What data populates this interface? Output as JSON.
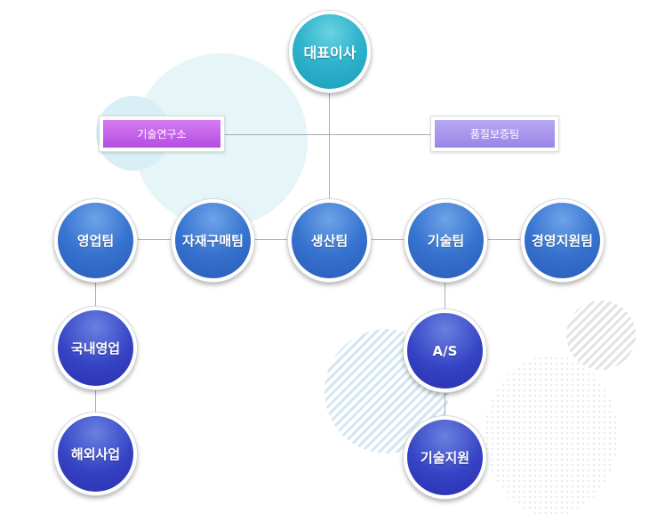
{
  "org": {
    "ceo": "대표이사",
    "staff": {
      "lab": "기술연구소",
      "qa": "품질보증팀"
    },
    "teams": {
      "sales": "영업팀",
      "purchasing": "자재구매팀",
      "production": "생산팀",
      "engineering": "기술팀",
      "management": "경영지원팀"
    },
    "sub_units": {
      "domestic_sales": "국내영업",
      "overseas_sales": "해외사업",
      "after_service": "A/S",
      "tech_support": "기술지원"
    }
  },
  "colors": {
    "ceo": "#2fb4cd",
    "team": "#3673cf",
    "sub_unit": "#3543c4",
    "lab_box": "#c465ea",
    "qa_box": "#a996ec",
    "connector": "#a8adb5"
  }
}
